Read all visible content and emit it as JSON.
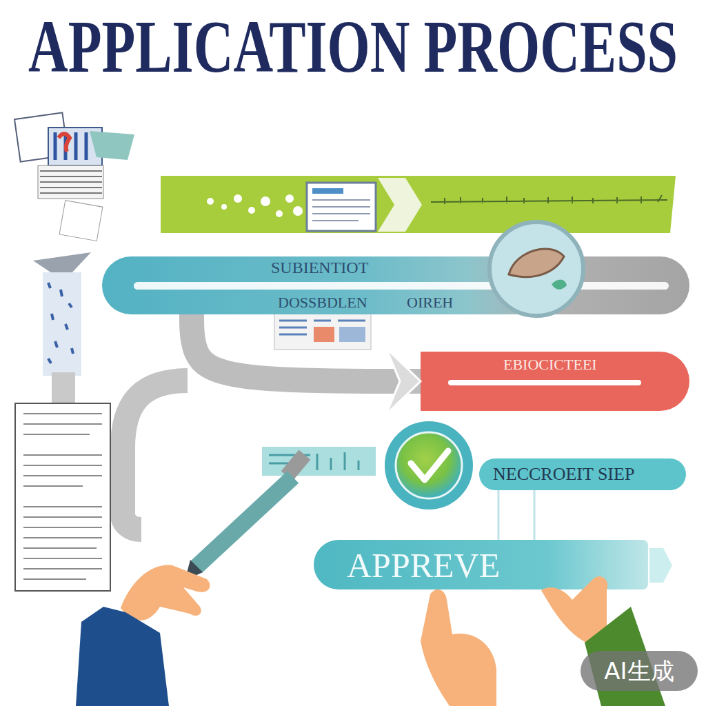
{
  "diagram": {
    "title": "APPLICATION PROCESS",
    "nodes": [
      {
        "text": [
          "SUBIENTIOT",
          "DOSSBDLEN",
          "OIREH"
        ]
      },
      {
        "text": [
          "EBIOCICTEEI"
        ]
      },
      {
        "text": [
          "NECCROEIT SIEP"
        ]
      },
      {
        "text": [
          "APPREVE"
        ]
      }
    ],
    "edges": [
      {
        "from": 0,
        "to": 1,
        "arrow": "to"
      },
      {
        "from": 2,
        "to": 3,
        "arrow": "none"
      }
    ],
    "labels": [
      "AI生成"
    ]
  }
}
